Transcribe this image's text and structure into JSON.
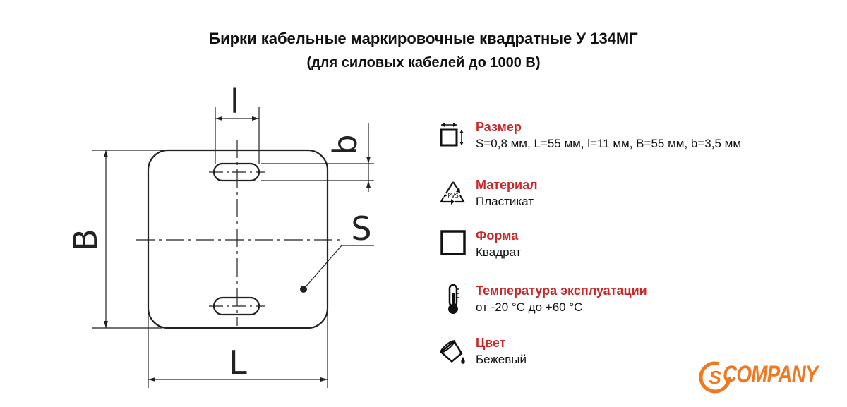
{
  "header": {
    "title": "Бирки кабельные маркировочные квадратные У 134МГ",
    "subtitle": "(для силовых кабелей до 1000 В)"
  },
  "drawing": {
    "dim_l": "l",
    "dim_b": "b",
    "dim_B": "B",
    "dim_L": "L",
    "dim_S": "S"
  },
  "specs": {
    "size": {
      "label": "Размер",
      "value": "S=0,8 мм, L=55 мм, l=11 мм, B=55 мм, b=3,5 мм",
      "icon": "size-square-icon"
    },
    "material": {
      "label": "Материал",
      "value": "Пластикат",
      "icon": "recycle-pvs-icon",
      "icon_text": "PVS"
    },
    "shape": {
      "label": "Форма",
      "value": "Квадрат",
      "icon": "square-icon"
    },
    "temperature": {
      "label": "Температура эксплуатации",
      "value": "от -20 °C до +60 °C",
      "icon": "thermometer-icon"
    },
    "color": {
      "label": "Цвет",
      "value": "Бежевый",
      "icon": "paint-bucket-icon"
    }
  },
  "logo": {
    "text": "COMPANY",
    "mark": "S"
  },
  "colors": {
    "accent_label": "#c8282a",
    "logo": "#f07820",
    "line": "#222222"
  }
}
